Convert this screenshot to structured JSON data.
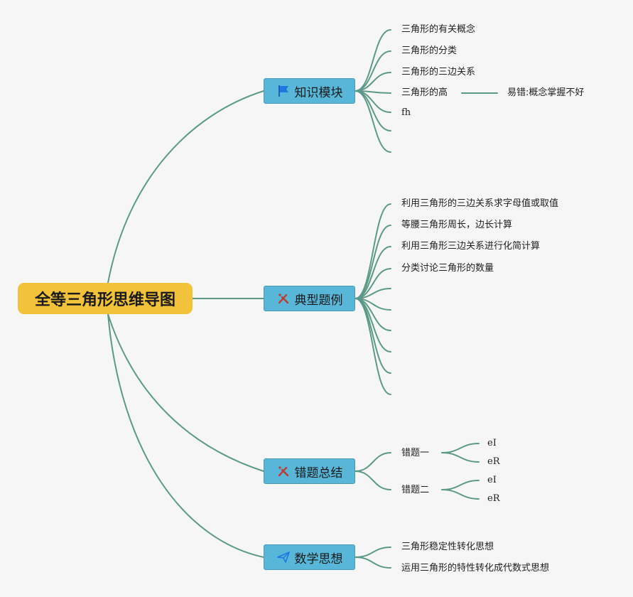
{
  "root": {
    "label": "全等三角形思维导图"
  },
  "branches": [
    {
      "label": "知识模块",
      "icon": "flag-icon",
      "leaves": [
        "三角形的有关概念",
        "三角形的分类",
        "三角形的三边关系",
        "三角形的高",
        "fh"
      ],
      "leaf_child": "易错:概念掌握不好"
    },
    {
      "label": "典型题例",
      "icon": "tools-icon",
      "leaves": [
        "利用三角形的三边关系求字母值或取值",
        "等腰三角形周长，边长计算",
        "利用三角形三边关系进行化简计算",
        "分类讨论三角形的数量"
      ]
    },
    {
      "label": "错题总结",
      "icon": "tools-icon",
      "leaves": [
        "错题一",
        "错题二"
      ],
      "sub_one": [
        "eI",
        "eR"
      ],
      "sub_two": [
        "eI",
        "eR"
      ]
    },
    {
      "label": "数学思想",
      "icon": "paper-plane-icon",
      "leaves": [
        "三角形稳定性转化思想",
        "运用三角形的特性转化成代数式思想"
      ]
    }
  ],
  "colors": {
    "root": "#f2c23a",
    "branch": "#58b6d8",
    "line": "#5c9a87"
  }
}
